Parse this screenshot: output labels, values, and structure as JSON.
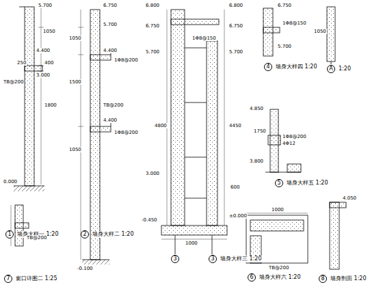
{
  "diagram": {
    "nodes": [
      {
        "text": [
          "1",
          "墙身大样一 1:20"
        ]
      },
      {
        "text": [
          "2",
          "墙身大样二 1:20"
        ]
      },
      {
        "text": [
          "3"
        ]
      },
      {
        "text": [
          "3",
          "墙身大样三 1:20"
        ]
      },
      {
        "text": [
          "4",
          "墙身大样四 1:20"
        ]
      },
      {
        "text": [
          "5",
          "墙身大样五 1:20"
        ]
      },
      {
        "text": [
          "A",
          "1:20"
        ]
      },
      {
        "text": [
          "6",
          "墙身大样六 1:20"
        ]
      },
      {
        "text": [
          "7",
          "窗口详图二 1:25"
        ]
      },
      {
        "text": [
          "8",
          "墙身剖面 1:20"
        ]
      }
    ],
    "labels": [
      "5.700",
      "1050",
      "4.400",
      "400",
      "3.000",
      "250",
      "TB@200",
      "1800",
      "6.750",
      "5.700",
      "1050",
      "4.400",
      "1Φ8@200",
      "1500",
      "TB@200",
      "4.400",
      "1Φ8@200",
      "1050",
      "-0.100",
      "6.800",
      "6.750",
      "1Φ8@150",
      "5.700",
      "4800",
      "4450",
      "6.800",
      "6.750",
      "5.700",
      "3.000",
      "±0.000",
      "-0.450",
      "1000",
      "600",
      "6.750",
      "5.700",
      "1Φ8@150",
      "4.850",
      "1750",
      "1Φ8@200",
      "4Φ12",
      "3.800",
      "1050",
      "4.050",
      "1000",
      "TB@200",
      "TB@200",
      "0.000"
    ]
  }
}
